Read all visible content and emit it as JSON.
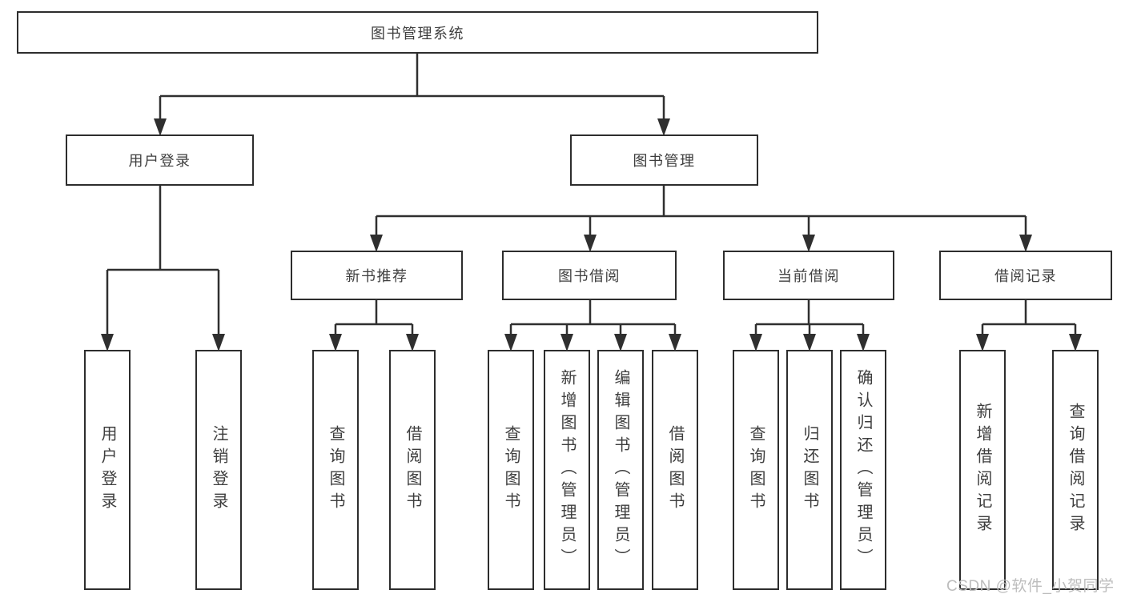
{
  "tree": {
    "root_label": "图书管理系统",
    "user_login": {
      "label": "用户登录",
      "children": [
        {
          "label": "用户登录"
        },
        {
          "label": "注销登录"
        }
      ]
    },
    "book_management": {
      "label": "图书管理",
      "sections": [
        {
          "label": "新书推荐",
          "children": [
            {
              "label": "查询图书"
            },
            {
              "label": "借阅图书"
            }
          ]
        },
        {
          "label": "图书借阅",
          "children": [
            {
              "label": "查询图书"
            },
            {
              "label": "新增图书（管理员）"
            },
            {
              "label": "编辑图书（管理员）"
            },
            {
              "label": "借阅图书"
            }
          ]
        },
        {
          "label": "当前借阅",
          "children": [
            {
              "label": "查询图书"
            },
            {
              "label": "归还图书"
            },
            {
              "label": "确认归还（管理员）"
            }
          ]
        },
        {
          "label": "借阅记录",
          "children": [
            {
              "label": "新增借阅记录"
            },
            {
              "label": "查询借阅记录"
            }
          ]
        }
      ]
    }
  },
  "colors": {
    "box_border": "#2d2d2d",
    "text": "#3e3e3e",
    "watermark": "#bdbdbd",
    "background": "#ffffff"
  },
  "watermark": "CSDN @软件_小贺同学"
}
